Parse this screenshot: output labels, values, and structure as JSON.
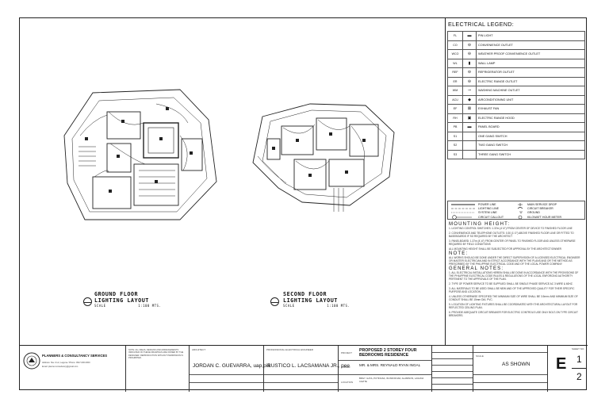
{
  "drawings": {
    "ground_floor": {
      "title": "GROUND FLOOR",
      "subtitle": "LIGHTING LAYOUT",
      "scale_label": "SCALE",
      "scale_value": "1:100 MTS."
    },
    "second_floor": {
      "title": "SECOND FLOOR",
      "subtitle": "LIGHTING LAYOUT",
      "scale_label": "SCALE",
      "scale_value": "1:100 MTS."
    }
  },
  "legend": {
    "title": "ELECTRICAL LEGEND:",
    "items": [
      {
        "code": "FL",
        "symbol": "▬",
        "label": "PIN LIGHT"
      },
      {
        "code": "CO",
        "symbol": "⊖",
        "label": "CONVENIENCE OUTLET"
      },
      {
        "code": "WCO",
        "symbol": "⊖",
        "label": "WEATHER PROOF CONVENIENCE OUTLET"
      },
      {
        "code": "WL",
        "symbol": "▮",
        "label": "WALL LAMP"
      },
      {
        "code": "REF",
        "symbol": "⊖",
        "label": "REFRIGERATOR OUTLET"
      },
      {
        "code": "ER",
        "symbol": "⊖",
        "label": "ELECTRIC RANGE OUTLET"
      },
      {
        "code": "WM",
        "symbol": "⊸",
        "label": "WASHING MACHINE OUTLET"
      },
      {
        "code": "ACU",
        "symbol": "◆",
        "label": "AIRCONDITIONING UNIT"
      },
      {
        "code": "EF",
        "symbol": "⊠",
        "label": "EXHAUST FAN"
      },
      {
        "code": "RH",
        "symbol": "▣",
        "label": "ELECTRIC RANGE HOOD"
      },
      {
        "code": "PB",
        "symbol": "▬",
        "label": "PANEL BOARD"
      },
      {
        "code": "S1",
        "symbol": "",
        "label": "ONE GANG SWITCH"
      },
      {
        "code": "S2",
        "symbol": "",
        "label": "TWO GANG SWITCH"
      },
      {
        "code": "S3",
        "symbol": "",
        "label": "THREE GANG SWITCH"
      }
    ],
    "lines": {
      "power_line": "POWER LINE",
      "lighting_line": "LIGHTING LINE",
      "system_line": "SYSTEM LINE",
      "circuit_callout": "CIRCUIT CALLOUT",
      "main_breaker": "MAIN SERVICE DROP",
      "circuit_breaker": "CIRCUIT BREAKER",
      "ground": "GROUND",
      "kwh_meter": "KILOWATT HOUR METER"
    }
  },
  "notes": {
    "mounting_title": "MOUNTING HEIGHT:",
    "mounting_items": [
      "1. LIGHTING CONTROL SWITCHES: 1.37m (4'-6\") FROM CENTER OF DEVICE TO FINISHED FLOOR LINE",
      "2. CONVENIENCE AND TELEPHONE OUTLETS: 0.30 (1'-0\") ABOVE FINISHED FLOOR LINE OR FITTED TO BASEBOARDS IF SO REQUIRED BY THE ARCHITECT",
      "3. PANELBOARD: 1.37m (4'-6\") FROM CENTER OF PANEL TO FINISHED FLOOR AND UNLESS OTHERWISE REQUIRED BY FIELD CONDITIONS",
      "ALL MOUNTING HEIGHT SHALL BE SUBJECTED FOR APPROVAL BY THE ARCHITECT/OWNER"
    ],
    "note_title": "NOTE:",
    "note_text": "ALL WORKS SHOULD BE DONE UNDER THE DIRECT SUPERVISION OF A LICENSED ELECTRICAL ENGINEER OR MASTER ELECTRICIAN AND IN STRICT ACCORDANCE WITH THE PLANS AND OR THE METHOD AS PRESCRIBED BY THE PHILIPPINE ELECTRICAL CODE AND OF THE LOCAL POWER COMPANY.",
    "general_title": "GENERAL NOTES:",
    "general_items": [
      "1. ALL ELECTRICAL INSTALLATIONS HEREIN SHALL BE DONE IN ACCORDANCE WITH THE PROVISIONS OF THE PHILIPPINE ELECTRICAL CODE RULES & REGULATIONS OF THE LOCAL ENFORCING AUTHORITY PERTINENT TO THE APPROVALS OF THE PLAN.",
      "2. TYPE OF POWER SERVICE TO BE SUPPLIED SHALL BE SINGLE PHASE SERVICE AC 3 WIRE & 60HZ.",
      "3. ALL MATERIALS TO BE USED SHALL BE NEW AND OF THE APPROVED QUALITY FOR THEIR SPECIFIC PURPOSE AND LOCATION.",
      "4. UNLESS OTHERWISE SPECIFIED THE MINIMUM SIZE OF WIRE SHALL BE 3.5mm² AND MINIMUM SIZE OF CONDUIT SHALL BE 15mm DIA. PVC.",
      "5. LOCATION OF LIGHTING FIXTURES SHALL BE COORDINATED WITH THE ARCHITECTURAL LAYOUT FOR REFLECTED CEILING PLAN.",
      "6. PROVIDE ADEQUATE CIRCUIT BREAKER FOR ELECTRIC CONTROLS USE ONLY BOLT-ON TYPE CIRCUIT BREAKERS."
    ]
  },
  "title_block": {
    "firm_name": "PLANNERS & CONSULTANCY SERVICES",
    "firm_contact": "Address: Sta. Cruz, Laguna / Phone: 0917-000-0000",
    "firm_email": "Email: planner.consultancy@gmail.com",
    "disclaimer": "NOTE: ALL IDEAS, DESIGNS AND ARRANGEMENTS INDICATED ON THESE DRAWINGS ARE OWNED BY THE DESIGNER. REPRODUCTION WITHOUT PERMISSION IS PROHIBITED.",
    "architect_label": "ARCHITECT",
    "architect_name": "JORDAN C. GUEVARRA, uap,pia",
    "engineer_label": "PROFESSIONAL ELECTRICAL ENGINEER",
    "engineer_name": "RUSTICO L. LACSAMANA JR., pee",
    "project_label": "PROJECT",
    "project_name": "PROPOSED 2 STOREY FOUR BEDROOMS RESIDENCE",
    "owner_label": "OWNER",
    "owner_name": "MR. & MRS. REYNALD RYAN INGAL",
    "location_label": "LOCATION",
    "location_value": "BRGY. ILAYA, PUTINGSA, IKUNDI ROAD, ALAMINOS, LAGUNA CAVITE",
    "scale_label": "SCALE",
    "scale_value": "AS SHOWN",
    "sheet_letter": "E",
    "sheet_number": "1",
    "sheet_total": "2",
    "sheet_label": "SHEET NO."
  }
}
